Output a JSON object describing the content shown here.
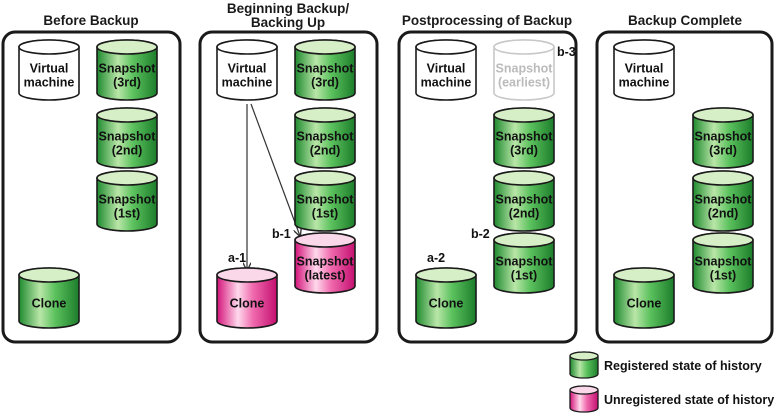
{
  "panels": [
    {
      "title": "Before Backup",
      "vm": [
        "Virtual",
        "machine"
      ],
      "snapshots": [
        [
          "Snapshot",
          "(3rd)"
        ],
        [
          "Snapshot",
          "(2nd)"
        ],
        [
          "Snapshot",
          "(1st)"
        ]
      ],
      "clone": "Clone"
    },
    {
      "title": [
        "Beginning Backup/",
        "Backing Up"
      ],
      "vm": [
        "Virtual",
        "machine"
      ],
      "snapshots": [
        [
          "Snapshot",
          "(3rd)"
        ],
        [
          "Snapshot",
          "(2nd)"
        ],
        [
          "Snapshot",
          "(1st)"
        ]
      ],
      "latest": [
        "Snapshot",
        "(latest)"
      ],
      "clone": "Clone",
      "tags": {
        "a": "a-1",
        "b": "b-1"
      }
    },
    {
      "title": "Postprocessing of Backup",
      "vm": [
        "Virtual",
        "machine"
      ],
      "earliest": [
        "Snapshot",
        "(earliest)"
      ],
      "snapshots": [
        [
          "Snapshot",
          "(3rd)"
        ],
        [
          "Snapshot",
          "(2nd)"
        ],
        [
          "Snapshot",
          "(1st)"
        ]
      ],
      "clone": "Clone",
      "tags": {
        "a": "a-2",
        "b2": "b-2",
        "b3": "b-3"
      }
    },
    {
      "title": "Backup Complete",
      "vm": [
        "Virtual",
        "machine"
      ],
      "snapshots": [
        [
          "Snapshot",
          "(3rd)"
        ],
        [
          "Snapshot",
          "(2nd)"
        ],
        [
          "Snapshot",
          "(1st)"
        ]
      ],
      "clone": "Clone"
    }
  ],
  "legend": {
    "registered": "Registered state of history",
    "unregistered": "Unregistered state of history"
  },
  "colors": {
    "green_top": "#d6efc6",
    "green_body": "#2e9f3e",
    "pink_top": "#fbd7ea",
    "pink_body": "#e0157f",
    "border": "#1a1a1a"
  }
}
